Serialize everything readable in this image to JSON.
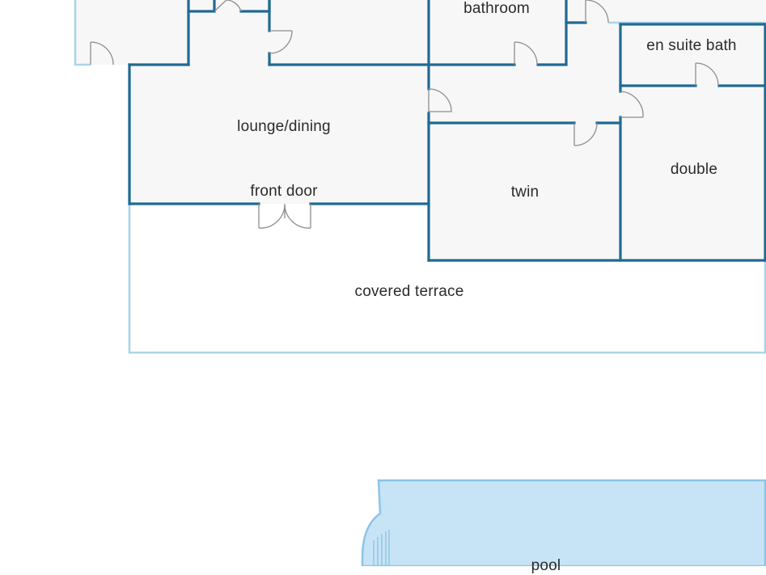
{
  "floorplan": {
    "rooms": {
      "bathroom": "bathroom",
      "en_suite_bath": "en suite bath",
      "lounge_dining": "lounge/dining",
      "front_door": "front door",
      "twin": "twin",
      "double": "double",
      "covered_terrace": "covered terrace",
      "pool": "pool"
    },
    "colors": {
      "wall": "#1f6a93",
      "outer_wall": "#a9d4ea",
      "room_fill": "#f7f7f8",
      "pool_fill": "#c7e4f6",
      "pool_outline": "#8cc4e6",
      "door": "#8d8d8d"
    }
  }
}
